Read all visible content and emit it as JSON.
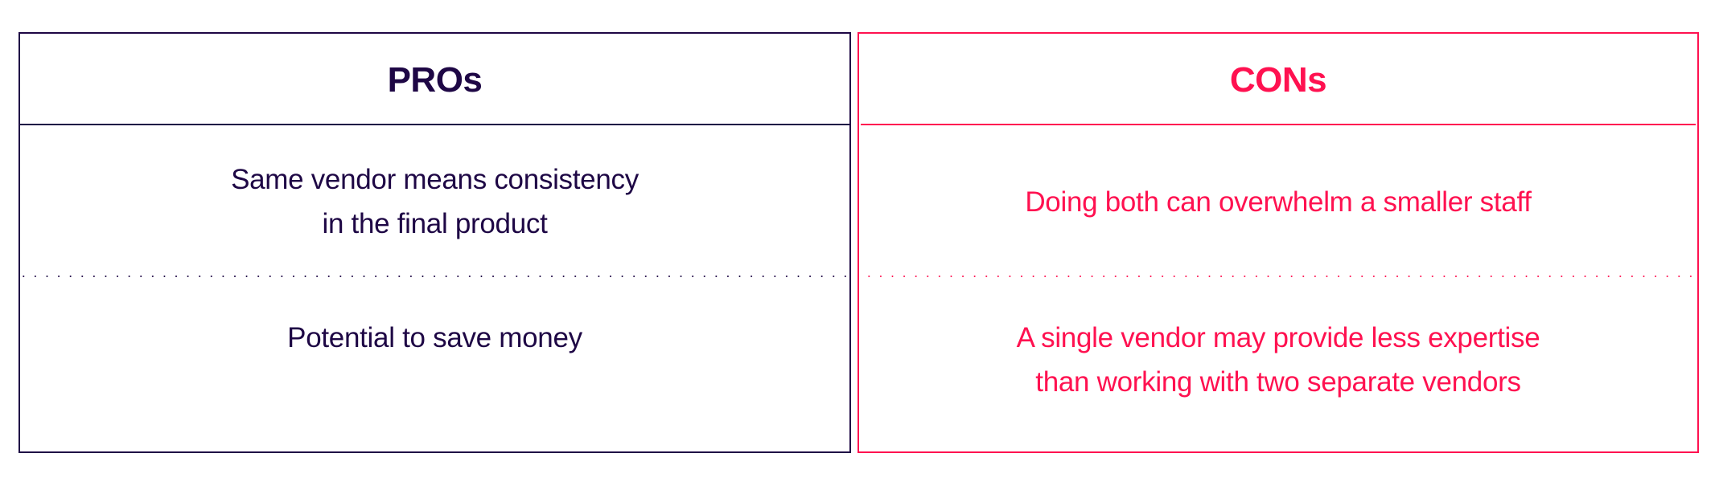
{
  "colors": {
    "pros": "#1e0745",
    "cons": "#ff1150",
    "background": "#ffffff"
  },
  "pros": {
    "title": "PROs",
    "items": [
      {
        "lines": [
          "Same vendor means consistency",
          "in the final product"
        ]
      },
      {
        "lines": [
          "Potential to save money"
        ]
      }
    ]
  },
  "cons": {
    "title": "CONs",
    "items": [
      {
        "lines": [
          "Doing both can overwhelm a smaller staff"
        ]
      },
      {
        "lines": [
          "A single vendor may provide less expertise",
          "than working with two separate vendors"
        ]
      }
    ]
  }
}
